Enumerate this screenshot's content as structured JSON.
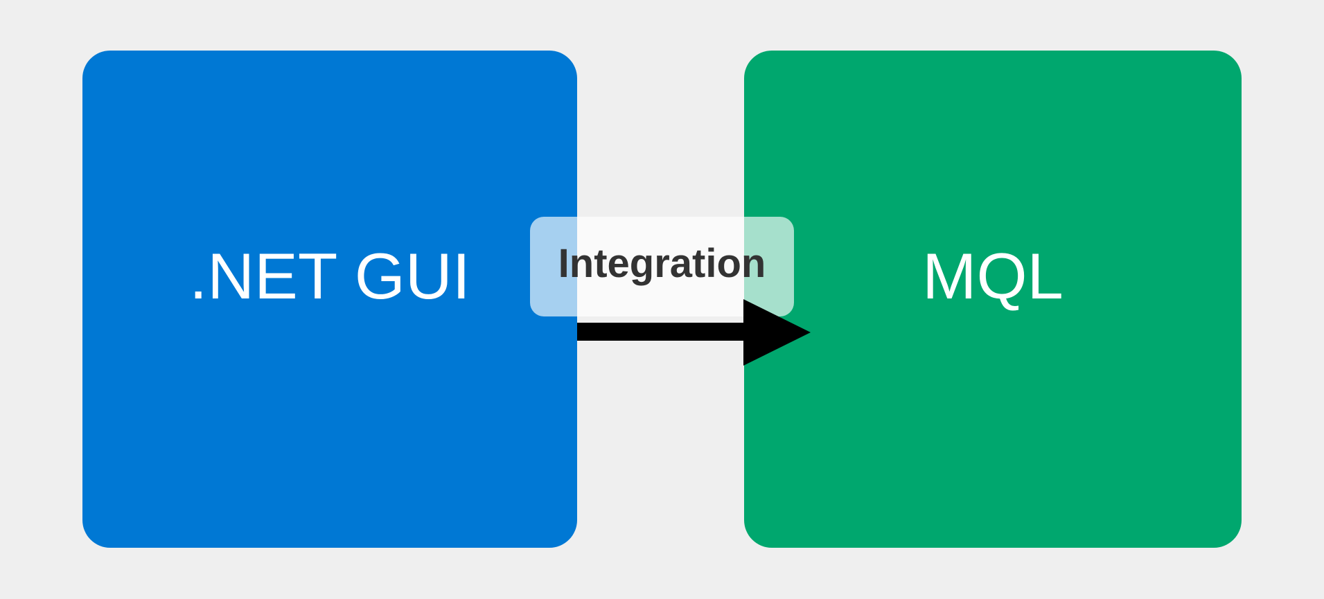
{
  "diagram": {
    "background_color": "#efefef",
    "nodes": [
      {
        "id": "net-gui",
        "label": ".NET GUI",
        "fill": "#0078d4",
        "text_color": "#ffffff"
      },
      {
        "id": "mql",
        "label": "MQL",
        "fill": "#00a76e",
        "text_color": "#ffffff"
      }
    ],
    "edge": {
      "from": "net-gui",
      "to": "mql",
      "direction": "left-to-right",
      "label": "Integration",
      "label_text_color": "#333333",
      "label_background": "rgba(255,255,255,0.65)",
      "arrow_color": "#000000"
    }
  }
}
